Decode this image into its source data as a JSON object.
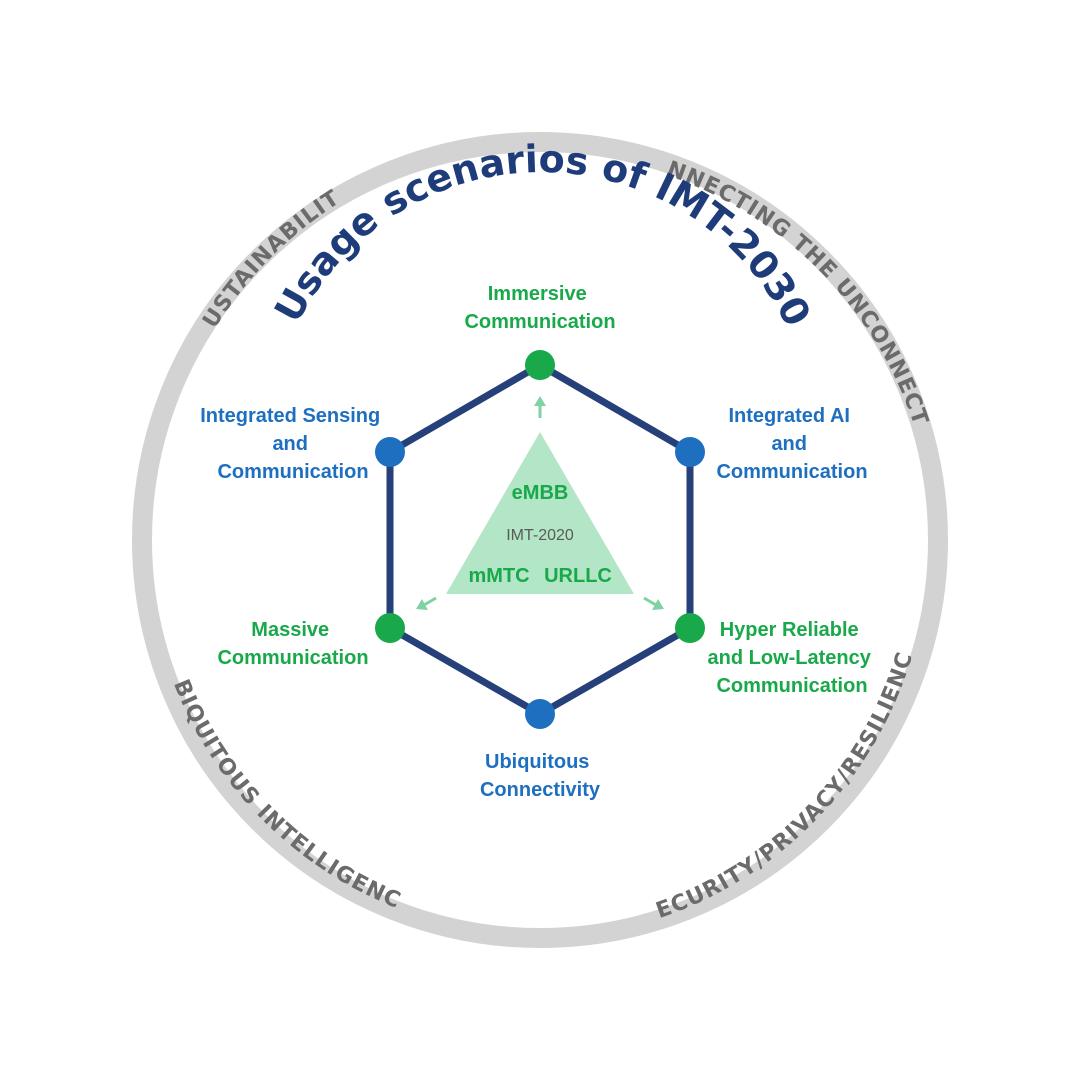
{
  "title": "Usage scenarios of IMT-2030",
  "ring_labels": {
    "top_left": "SUSTAINABILITY",
    "top_right": "CONNECTING THE UNCONNECTED",
    "bottom_left": "UBIQUITOUS INTELLIGENCE",
    "bottom_right": "SECURITY/PRIVACY/RESILIENCE"
  },
  "nodes": {
    "immersive": [
      "Immersive",
      "Communication"
    ],
    "integrated_ai": [
      "Integrated AI",
      "and",
      "Communication"
    ],
    "hrllc": [
      "Hyper Reliable",
      "and Low-Latency",
      "Communication"
    ],
    "ubiquitous": [
      "Ubiquitous",
      "Connectivity"
    ],
    "massive": [
      "Massive",
      "Communication"
    ],
    "isac": [
      "Integrated Sensing",
      "and",
      "Communication"
    ]
  },
  "triangle": {
    "top": "eMBB",
    "center": "IMT-2020",
    "left": "mMTC",
    "right": "URLLC"
  },
  "colors": {
    "ring": "#d3d3d3",
    "ring_text": "#6b6b6b",
    "title": "#1f3c7a",
    "hexagon": "#26407a",
    "green": "#19a84a",
    "blue": "#1e6fc0",
    "triangle_fill": "#b2e6c6",
    "triangle_text": "#19a84a",
    "center_text": "#5a5a5a",
    "arrow": "#7fd3a3"
  }
}
